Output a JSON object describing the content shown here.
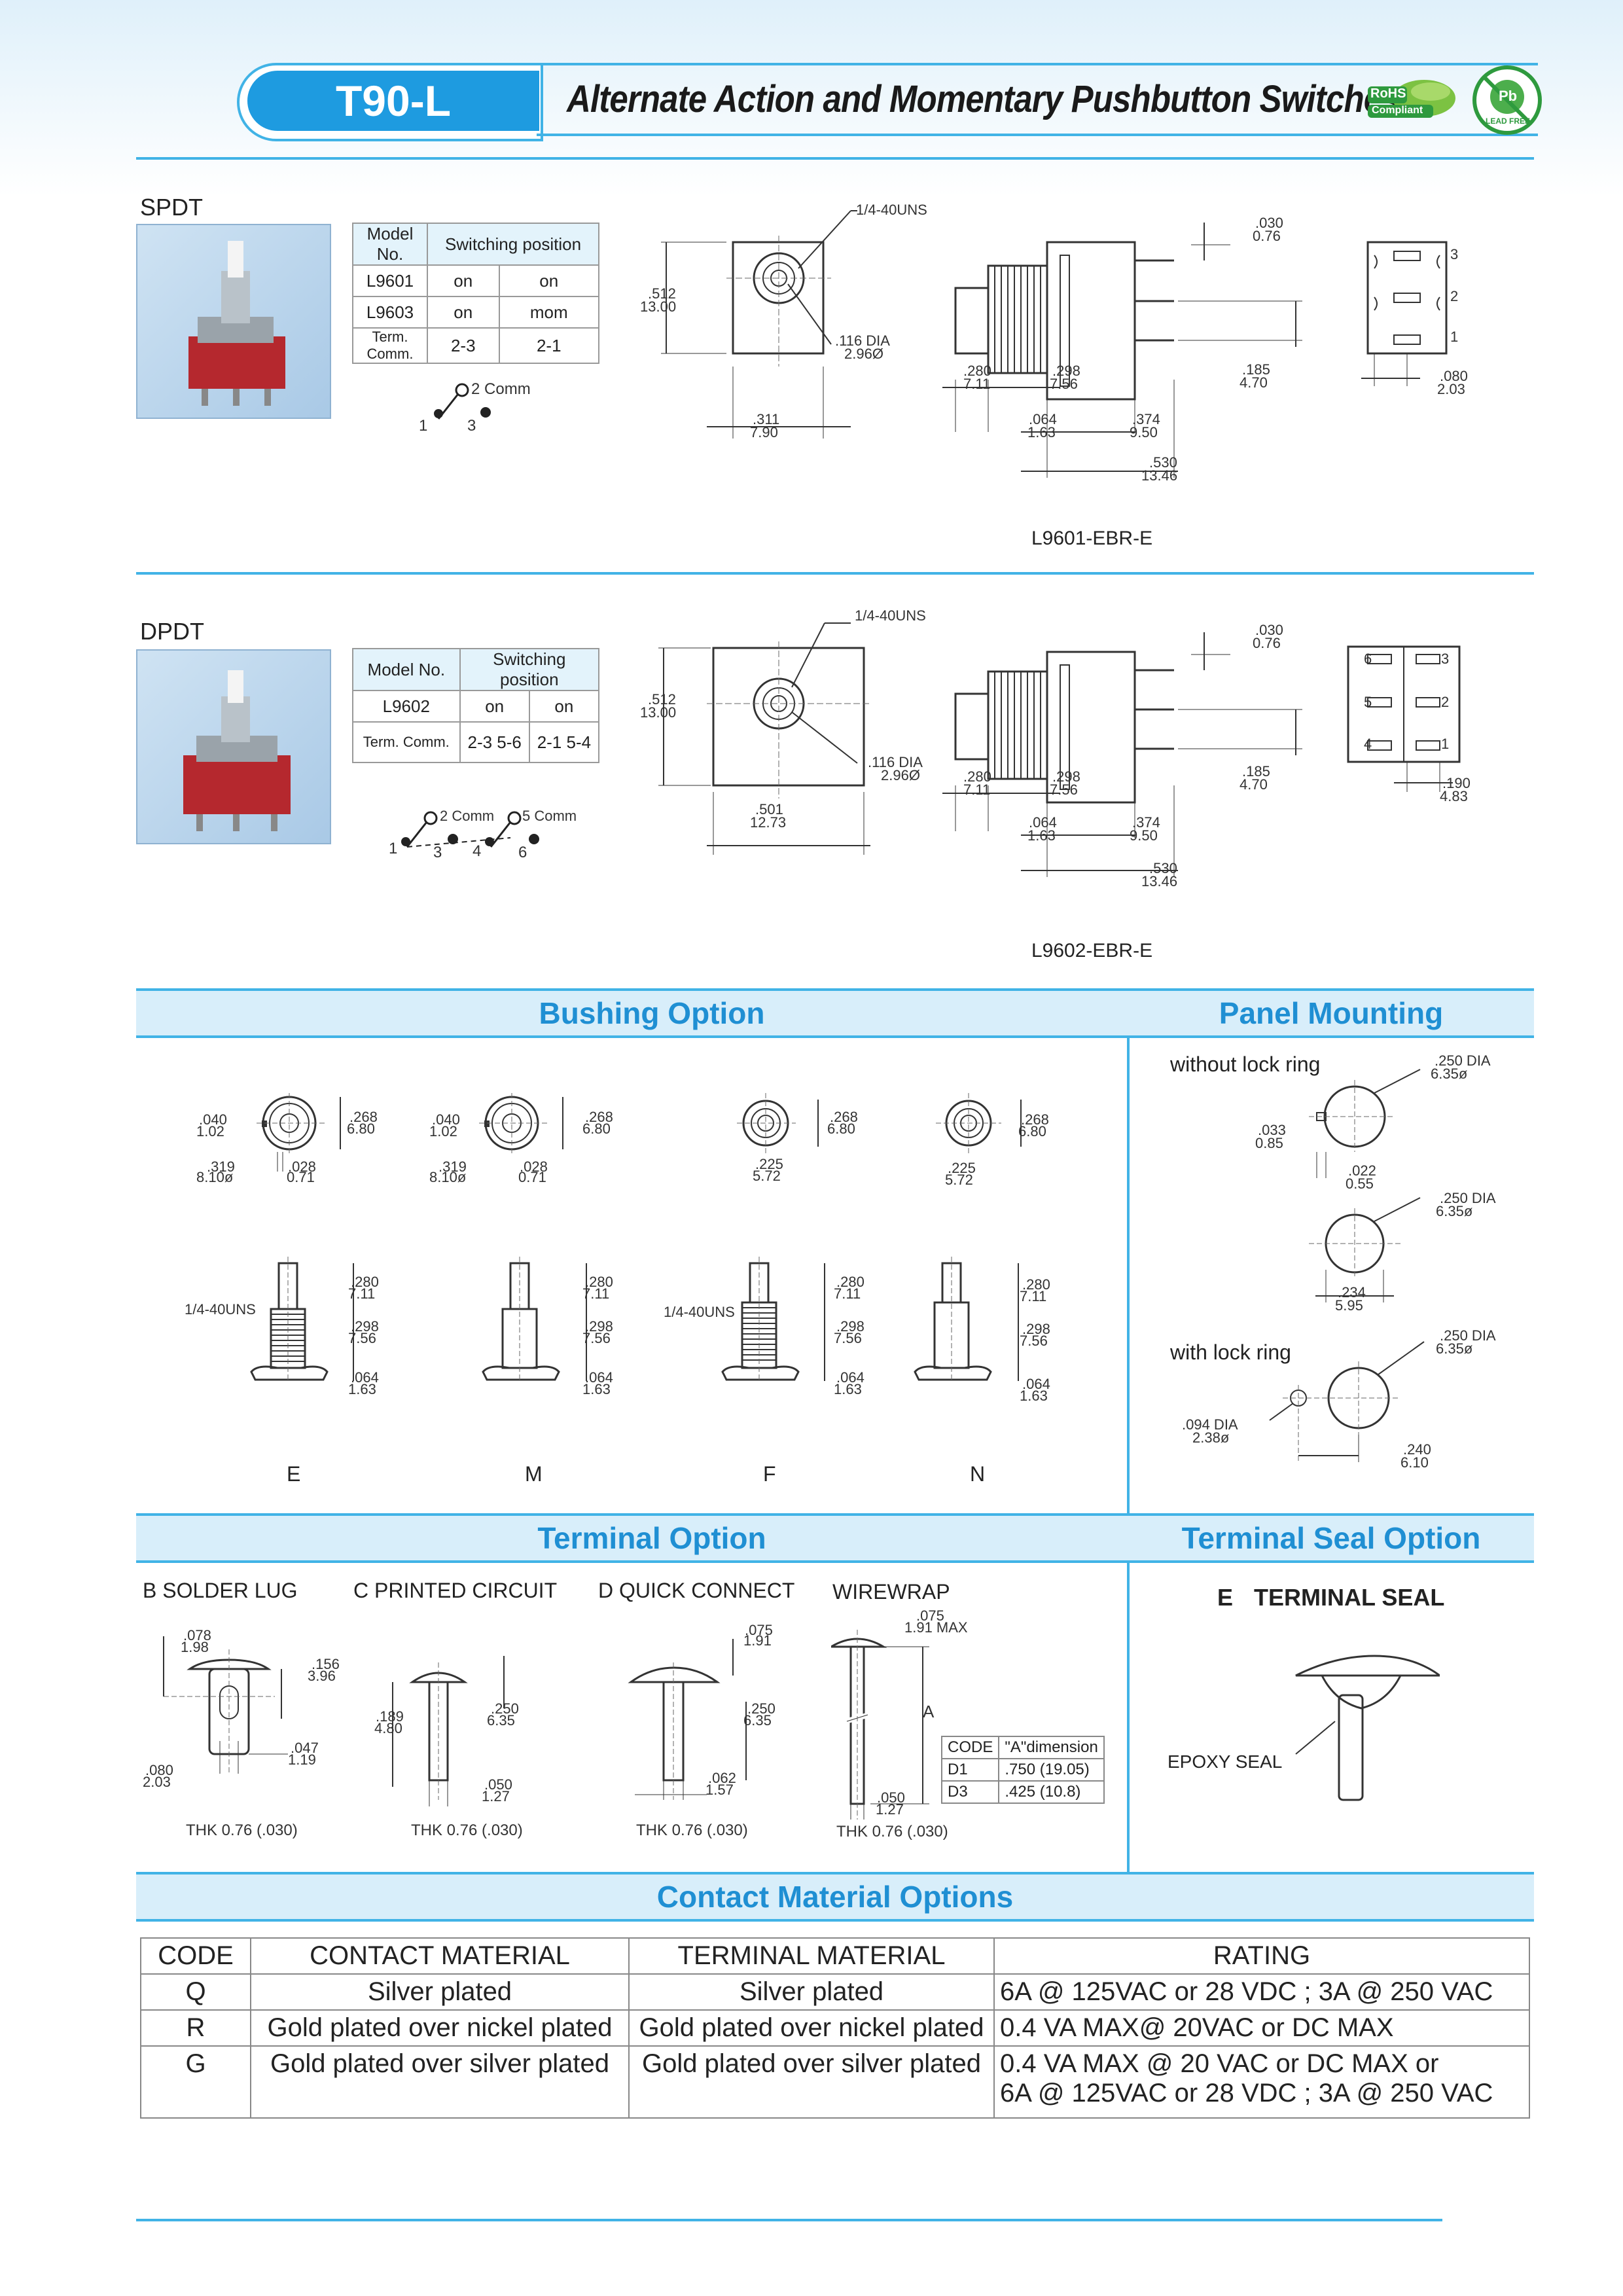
{
  "header": {
    "model": "T90-L",
    "title": "Alternate Action and Momentary Pushbutton Switches",
    "rohs_badge": "RoHS Compliant",
    "lead_free_badge": "Pb LEAD FREE"
  },
  "spdt": {
    "label": "SPDT",
    "table": {
      "h_model": "Model No.",
      "h_switching": "Switching position",
      "rows": [
        [
          "L9601",
          "on",
          "on"
        ],
        [
          "L9603",
          "on",
          "mom"
        ],
        [
          "Term. Comm.",
          "2-3",
          "2-1"
        ]
      ]
    },
    "schematic": {
      "comm": "2  Comm",
      "t1": "1",
      "t3": "3"
    },
    "dims": {
      "thread": "1/4-40UNS",
      "h1": ".512",
      "h1m": "13.00",
      "dia1": ".116 DIA",
      "dia1m": "2.96Ø",
      "w1": ".311",
      "w1m": "7.90",
      "t1": ".030",
      "t1m": "0.76",
      "a": ".280",
      "am": "7.11",
      "b": ".298",
      "bm": "7.56",
      "c": ".185",
      "cm": "4.70",
      "d": ".064",
      "dm": "1.63",
      "e": ".374",
      "em": "9.50",
      "f": ".530",
      "fm": "13.46",
      "g": ".080",
      "gm": "2.03",
      "p3": "3",
      "p2": "2",
      "p1": "1"
    },
    "caption": "L9601-EBR-E"
  },
  "dpdt": {
    "label": "DPDT",
    "table": {
      "h_model": "Model No.",
      "h_switching": "Switching position",
      "rows": [
        [
          "L9602",
          "on",
          "on"
        ],
        [
          "Term. Comm.",
          "2-3 5-6",
          "2-1 5-4"
        ]
      ]
    },
    "schematic": {
      "comm2": "2 Comm",
      "comm5": "5 Comm",
      "t1": "1",
      "t3": "3",
      "t4": "4",
      "t6": "6"
    },
    "dims": {
      "thread": "1/4-40UNS",
      "h1": ".512",
      "h1m": "13.00",
      "dia1": ".116 DIA",
      "dia1m": "2.96Ø",
      "w1": ".501",
      "w1m": "12.73",
      "t1": ".030",
      "t1m": "0.76",
      "a": ".280",
      "am": "7.11",
      "b": ".298",
      "bm": "7.56",
      "c": ".185",
      "cm": "4.70",
      "d": ".064",
      "dm": "1.63",
      "e": ".374",
      "em": "9.50",
      "f": ".530",
      "fm": "13.46",
      "g": ".190",
      "gm": "4.83",
      "p6": "6",
      "p5": "5",
      "p4": "4",
      "p3": "3",
      "p2": "2",
      "p1": "1"
    },
    "caption": "L9602-EBR-E"
  },
  "bushing": {
    "title": "Bushing Option",
    "options": [
      {
        "code": "E",
        "d1": ".040",
        "d1m": "1.02",
        "d2": ".268",
        "d2m": "6.80",
        "d3": ".319",
        "d3m": "8.10ø",
        "d4": ".028",
        "d4m": "0.71",
        "thread": "1/4-40UNS"
      },
      {
        "code": "M",
        "d1": ".040",
        "d1m": "1.02",
        "d2": ".268",
        "d2m": "6.80",
        "d3": ".319",
        "d3m": "8.10ø",
        "d4": ".028",
        "d4m": "0.71"
      },
      {
        "code": "F",
        "d2": ".268",
        "d2m": "6.80",
        "d5": ".225",
        "d5m": "5.72",
        "thread": "1/4-40UNS"
      },
      {
        "code": "N",
        "d2": ".268",
        "d2m": "6.80",
        "d5": ".225",
        "d5m": "5.72"
      }
    ],
    "side": {
      "a": ".280",
      "am": "7.11",
      "b": ".298",
      "bm": "7.56",
      "c": ".064",
      "cm": "1.63"
    }
  },
  "panel": {
    "title": "Panel Mounting",
    "without": "without lock ring",
    "with": "with lock ring",
    "d1": ".250 DIA",
    "d1m": "6.35ø",
    "d2": ".033",
    "d2m": "0.85",
    "d3": ".022",
    "d3m": "0.55",
    "d4": ".250 DIA",
    "d4m": "6.35ø",
    "d5": ".234",
    "d5m": "5.95",
    "d6": ".250 DIA",
    "d6m": "6.35ø",
    "d7": ".094 DIA",
    "d7m": "2.38ø",
    "d8": ".240",
    "d8m": "6.10"
  },
  "terminal": {
    "title": "Terminal Option",
    "b": {
      "name": "B SOLDER LUG",
      "a": ".078",
      "am": "1.98",
      "b": ".156",
      "bm": "3.96",
      "c": ".047",
      "cm": "1.19",
      "d": ".080",
      "dm": "2.03",
      "thk": "THK 0.76 (.030)"
    },
    "c": {
      "name": "C PRINTED CIRCUIT",
      "a": ".189",
      "am": "4.80",
      "b": ".250",
      "bm": "6.35",
      "c": ".050",
      "cm": "1.27",
      "thk": "THK 0.76 (.030)"
    },
    "d": {
      "name": "D QUICK CONNECT",
      "a": ".075",
      "am": "1.91",
      "b": ".250",
      "bm": "6.35",
      "c": ".062",
      "cm": "1.57",
      "thk": "THK 0.76 (.030)"
    },
    "w": {
      "name": "WIREWRAP",
      "a": ".075",
      "am": "1.91 MAX",
      "letter": "A",
      "c": ".050",
      "cm": "1.27",
      "thk": "THK 0.76 (.030)",
      "h_code": "CODE",
      "h_dim": "\"A\"dimension",
      "rows": [
        [
          "D1",
          ".750 (19.05)"
        ],
        [
          "D3",
          ".425 (10.8)"
        ]
      ]
    }
  },
  "seal": {
    "title": "Terminal Seal Option",
    "code": "E",
    "name": "TERMINAL SEAL",
    "epoxy": "EPOXY SEAL"
  },
  "contact": {
    "title": "Contact Material Options",
    "headers": [
      "CODE",
      "CONTACT MATERIAL",
      "TERMINAL MATERIAL",
      "RATING"
    ],
    "rows": [
      [
        "Q",
        "Silver plated",
        "Silver plated",
        "6A @ 125VAC or 28 VDC ; 3A @ 250 VAC"
      ],
      [
        "R",
        "Gold plated over nickel plated",
        "Gold plated over nickel plated",
        "0.4 VA MAX@ 20VAC or DC MAX"
      ],
      [
        "G",
        "Gold plated over silver plated",
        "Gold plated over silver plated",
        "0.4 VA MAX @ 20 VAC or DC MAX or",
        "6A @ 125VAC or 28 VDC ; 3A @ 250 VAC"
      ]
    ]
  },
  "colors": {
    "accent": "#41b3e6",
    "title_blue": "#1e9be0",
    "section_text": "#1f8fd3",
    "bar_fill": "#d8eefa",
    "switch_red": "#b5282e"
  }
}
